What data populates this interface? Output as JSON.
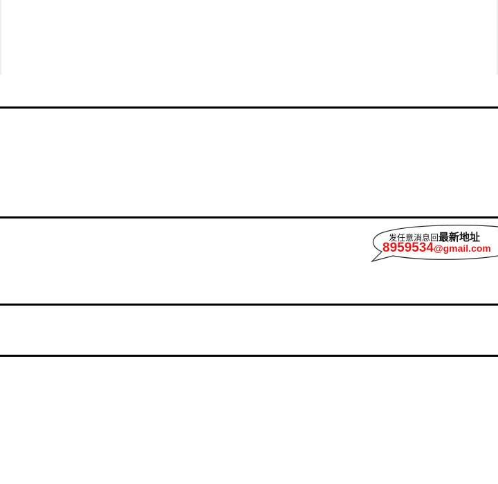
{
  "watermark": {
    "line1_small": "发任意消息回",
    "line1_big": "最新地址",
    "line2_digits": "8959534",
    "line2_domain": "@gmail.com",
    "colors": {
      "text": "#111111",
      "accent": "#e11a1a",
      "bubble_fill": "#ffffff",
      "bubble_stroke": "#222222"
    }
  },
  "panel_border_color": "#000000"
}
